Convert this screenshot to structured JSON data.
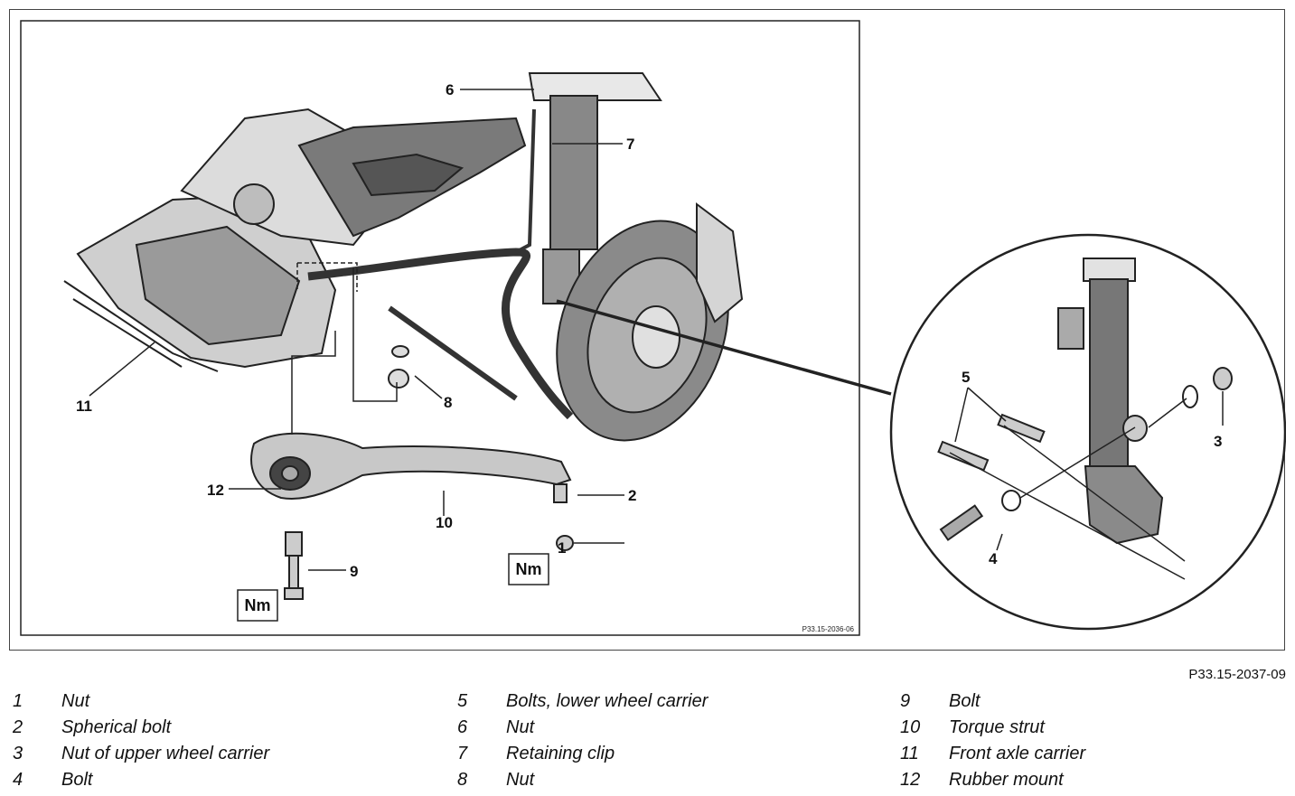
{
  "figure": {
    "outer_id": "P33.15-2037-09",
    "inner_id": "P33.15-2036-06",
    "torque_symbol": "Nm",
    "callouts": [
      "1",
      "2",
      "3",
      "4",
      "5",
      "6",
      "7",
      "8",
      "9",
      "10",
      "11",
      "12"
    ]
  },
  "legend": {
    "col1": [
      {
        "num": "1",
        "text": "Nut"
      },
      {
        "num": "2",
        "text": "Spherical bolt"
      },
      {
        "num": "3",
        "text": "Nut of upper wheel carrier"
      },
      {
        "num": "4",
        "text": "Bolt"
      }
    ],
    "col2": [
      {
        "num": "5",
        "text": "Bolts, lower wheel carrier"
      },
      {
        "num": "6",
        "text": "Nut"
      },
      {
        "num": "7",
        "text": "Retaining clip"
      },
      {
        "num": "8",
        "text": "Nut"
      }
    ],
    "col3": [
      {
        "num": "9",
        "text": "Bolt"
      },
      {
        "num": "10",
        "text": "Torque strut"
      },
      {
        "num": "11",
        "text": "Front axle carrier"
      },
      {
        "num": "12",
        "text": "Rubber mount"
      }
    ]
  }
}
